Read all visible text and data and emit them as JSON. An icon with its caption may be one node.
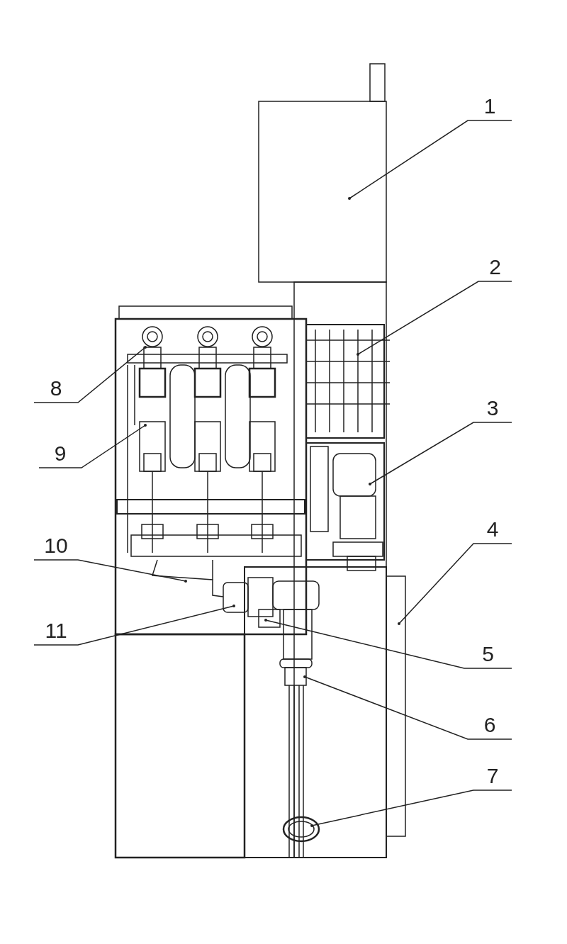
{
  "diagram": {
    "nodes": [
      {
        "text": [
          "1"
        ]
      },
      {
        "text": [
          "2"
        ]
      },
      {
        "text": [
          "3"
        ]
      },
      {
        "text": [
          "4"
        ]
      },
      {
        "text": [
          "5"
        ]
      },
      {
        "text": [
          "6"
        ]
      },
      {
        "text": [
          "7"
        ]
      },
      {
        "text": [
          "8"
        ]
      },
      {
        "text": [
          "9"
        ]
      },
      {
        "text": [
          "10"
        ]
      },
      {
        "text": [
          "11"
        ]
      }
    ],
    "edges": [
      {
        "from": 0,
        "to": null,
        "arrow": "other"
      },
      {
        "from": 1,
        "to": null,
        "arrow": "other"
      },
      {
        "from": 2,
        "to": null,
        "arrow": "other"
      },
      {
        "from": 3,
        "to": null,
        "arrow": "other"
      },
      {
        "from": 4,
        "to": null,
        "arrow": "other"
      },
      {
        "from": 5,
        "to": null,
        "arrow": "other"
      },
      {
        "from": 6,
        "to": null,
        "arrow": "other"
      },
      {
        "from": 7,
        "to": null,
        "arrow": "other"
      },
      {
        "from": 8,
        "to": null,
        "arrow": "other"
      },
      {
        "from": 9,
        "to": null,
        "arrow": "other"
      },
      {
        "from": 10,
        "to": null,
        "arrow": "other"
      }
    ]
  }
}
